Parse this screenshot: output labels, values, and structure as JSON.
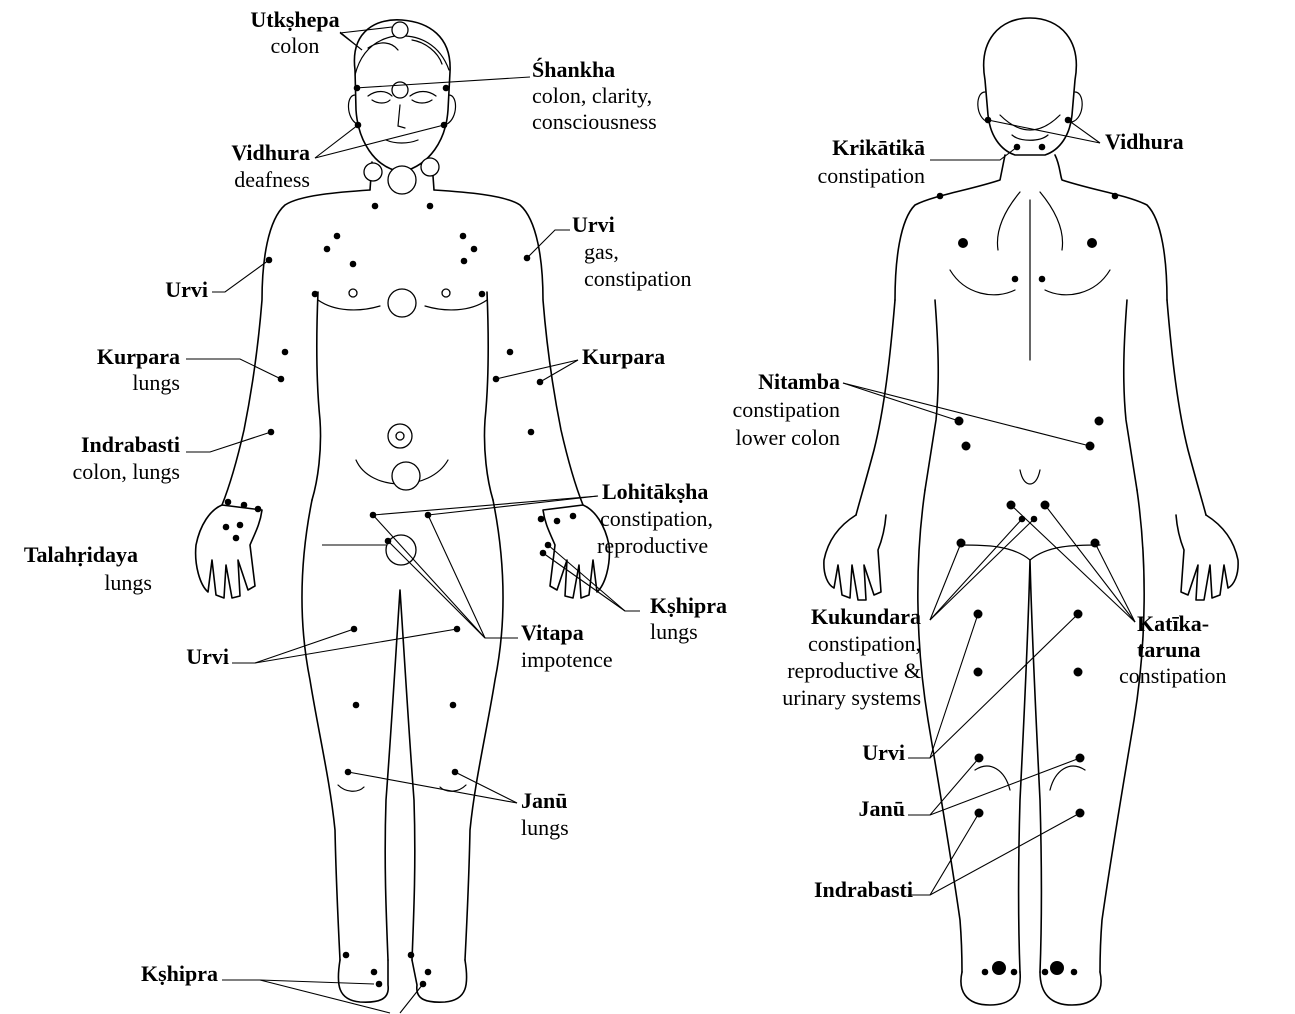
{
  "labels": {
    "front": {
      "utkshepa": {
        "name": "Utkṣhepa",
        "desc": [
          "colon"
        ]
      },
      "shankha": {
        "name": "Śhankha",
        "desc": [
          "colon, clarity,",
          "consciousness"
        ]
      },
      "vidhura": {
        "name": "Vidhura",
        "desc": [
          "deafness"
        ]
      },
      "urvi_shoulder_right": {
        "name": "Urvi",
        "desc": [
          "gas,",
          "constipation"
        ]
      },
      "urvi_shoulder_left": {
        "name": "Urvi",
        "desc": []
      },
      "kurpara_left": {
        "name": "Kurpara",
        "desc": [
          "lungs"
        ]
      },
      "kurpara_right": {
        "name": "Kurpara",
        "desc": []
      },
      "indrabasti": {
        "name": "Indrabasti",
        "desc": [
          "colon, lungs"
        ]
      },
      "lohitaksha": {
        "name": "Lohitākṣha",
        "desc": [
          "constipation,",
          "reproductive"
        ]
      },
      "talahridaya": {
        "name": "Talahṛidaya",
        "desc": [
          "lungs"
        ]
      },
      "kshipra_hand": {
        "name": "Kṣhipra",
        "desc": [
          "lungs"
        ]
      },
      "vitapa": {
        "name": "Vitapa",
        "desc": [
          "impotence"
        ]
      },
      "urvi_thigh": {
        "name": "Urvi",
        "desc": []
      },
      "janu": {
        "name": "Janū",
        "desc": [
          "lungs"
        ]
      },
      "kshipra_foot": {
        "name": "Kṣhipra",
        "desc": []
      }
    },
    "back": {
      "vidhura": {
        "name": "Vidhura",
        "desc": []
      },
      "krikatika": {
        "name": "Krikātikā",
        "desc": [
          "constipation"
        ]
      },
      "nitamba": {
        "name": "Nitamba",
        "desc": [
          "constipation",
          "lower colon"
        ]
      },
      "kukundara": {
        "name": "Kukundara",
        "desc": [
          "constipation,",
          "reproductive &",
          "urinary systems"
        ]
      },
      "katikataruna": {
        "name": [
          "Katīka-",
          "taruna"
        ],
        "desc": [
          "constipation"
        ]
      },
      "urvi": {
        "name": "Urvi",
        "desc": []
      },
      "janu": {
        "name": "Janū",
        "desc": []
      },
      "indrabasti": {
        "name": "Indrabasti",
        "desc": []
      }
    }
  }
}
